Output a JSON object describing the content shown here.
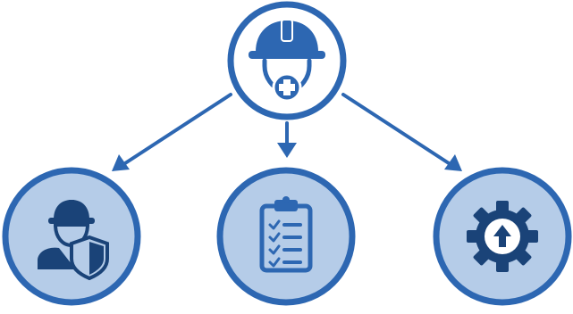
{
  "colors": {
    "primary": "#2d67b2",
    "dark": "#1a4378",
    "fill_top": "#ffffff",
    "fill_children": "#b5cce8",
    "background": "#ffffff"
  },
  "nodes": [
    {
      "id": "root",
      "icon": "worker-health-helmet-icon"
    },
    {
      "id": "child-1",
      "icon": "worker-shield-icon"
    },
    {
      "id": "child-2",
      "icon": "clipboard-checklist-icon"
    },
    {
      "id": "child-3",
      "icon": "gear-upgrade-icon"
    }
  ],
  "edges": [
    {
      "from": "root",
      "to": "child-1"
    },
    {
      "from": "root",
      "to": "child-2"
    },
    {
      "from": "root",
      "to": "child-3"
    }
  ]
}
